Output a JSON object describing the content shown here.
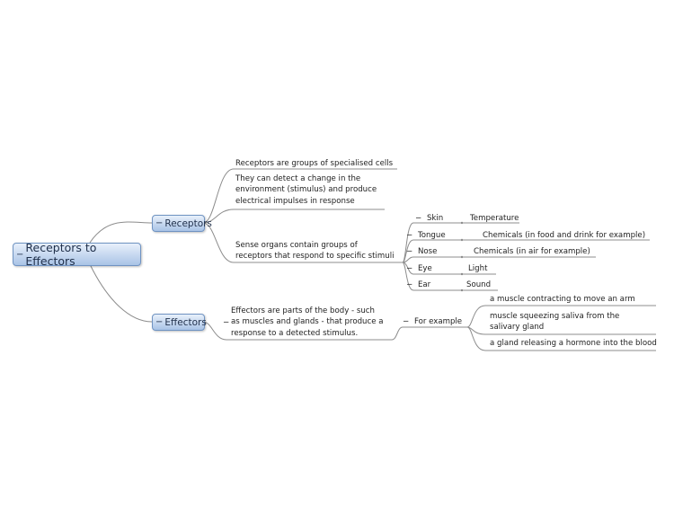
{
  "root": {
    "label": "Receptors to Effectors",
    "toggle": "−"
  },
  "receptors": {
    "label": "Receptors",
    "toggle": "−",
    "notes": [
      "Receptors are groups of specialised cells",
      "They can detect a change in the environment (stimulus) and produce electrical impulses in response",
      "Sense organs contain groups of receptors that respond to specific stimuli"
    ],
    "senses": [
      {
        "organ": "Skin",
        "stimulus": "Temperature"
      },
      {
        "organ": "Tongue",
        "stimulus": "Chemicals (in food and drink for example)"
      },
      {
        "organ": "Nose",
        "stimulus": "Chemicals (in air for example)"
      },
      {
        "organ": "Eye",
        "stimulus": "Light"
      },
      {
        "organ": "Ear",
        "stimulus": "Sound"
      }
    ]
  },
  "effectors": {
    "label": "Effectors",
    "toggle": "−",
    "note": "Effectors are parts of the body - such as muscles and glands - that produce a response to a detected stimulus.",
    "example_label": "For example",
    "examples": [
      "a muscle contracting to move an arm",
      "muscle squeezing saliva from the salivary gland",
      "a gland releasing a hormone into the blood"
    ]
  },
  "toggles": {
    "minus": "−"
  },
  "colors": {
    "line": "#8c8c8c",
    "node_border": "#6f93c2",
    "node_fill_top": "#e8f0fb",
    "node_fill_bottom": "#a9c3e6"
  }
}
